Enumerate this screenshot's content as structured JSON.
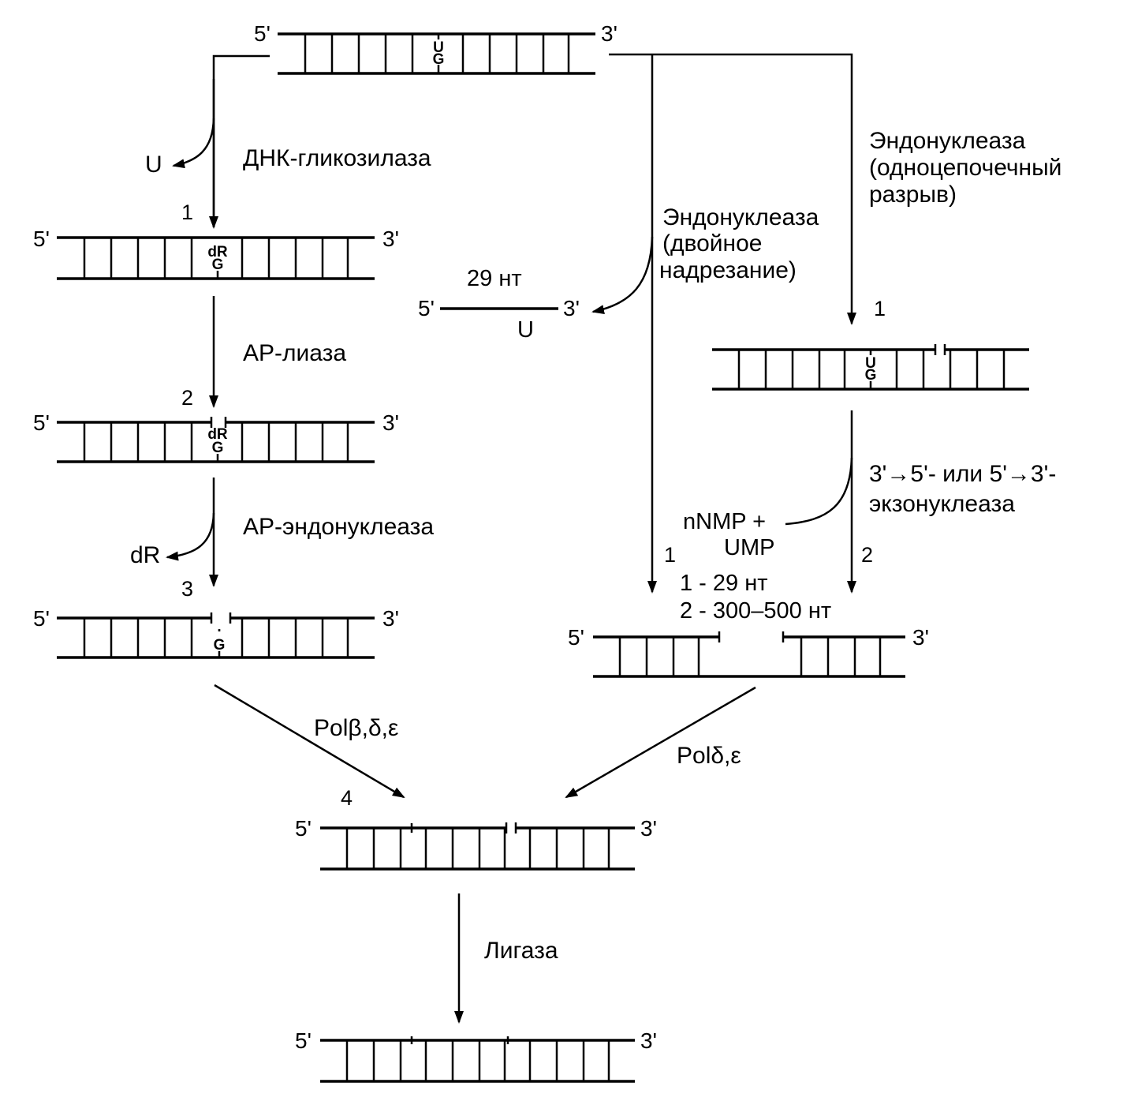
{
  "ends": {
    "five": "5'",
    "three": "3'"
  },
  "bases": {
    "u": "U",
    "g": "G",
    "dr": "dR",
    "gap": "."
  },
  "labels": {
    "glycosylase": "ДНК-гликозилаза",
    "ap_lyase": "AP-лиаза",
    "ap_endonuclease": "AP-эндонуклеаза",
    "released_u": "U",
    "released_dr": "dR",
    "endo_double_l1": "Эндонуклеаза",
    "endo_double_l2": "(двойное",
    "endo_double_l3": "надрезание)",
    "endo_single_l1": "Эндонуклеаза",
    "endo_single_l2": "(одноцепочечный",
    "endo_single_l3": "разрыв)",
    "fragment_len": "29 нт",
    "fragment_u": "U",
    "exo_l1": "3'→5'- или 5'→3'-",
    "exo_l2": "экзонуклеаза",
    "nnmp_l1": "nNMP +",
    "nnmp_l2": "UMP",
    "len_1": "1 - 29 нт",
    "len_2": "2 - 300–500 нт",
    "pol_left": "Polβ,δ,ε",
    "pol_right": "Polδ,ε",
    "ligase": "Лигаза"
  },
  "steps": {
    "s1": "1",
    "s2": "2",
    "s3": "3",
    "s4": "4",
    "r1": "1",
    "r2": "2",
    "m1": "1"
  }
}
